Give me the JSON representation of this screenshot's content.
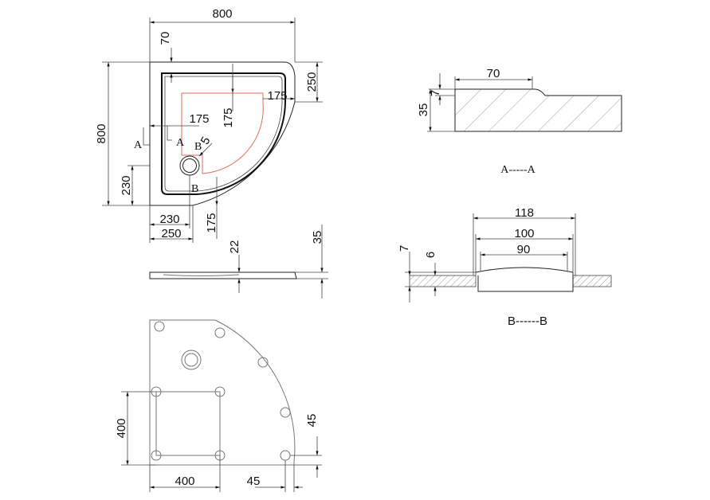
{
  "plan": {
    "width": "800",
    "top_margin": "70",
    "corner_250": "250",
    "depth": "800",
    "inner_175_h": "175",
    "inner_175_v": "175",
    "inner_175_r": "175",
    "radius_5": "5",
    "left_230": "230",
    "bottom_230": "230",
    "bottom_250": "250",
    "bottom_175": "175",
    "section_a_left": "A",
    "section_a_inner": "A",
    "section_b_top": "B",
    "section_b_bottom": "B"
  },
  "side": {
    "height_35": "35",
    "depth_22": "22"
  },
  "section_aa": {
    "width_70": "70",
    "step_7": "7",
    "height_35": "35",
    "caption": "A-----A"
  },
  "section_bb": {
    "width_118": "118",
    "width_100": "100",
    "width_90": "90",
    "height_7": "7",
    "height_6": "6",
    "caption": "B------B"
  },
  "bottom": {
    "square_400_v": "400",
    "square_400_h": "400",
    "offset_45_v": "45",
    "offset_45_h": "45"
  }
}
